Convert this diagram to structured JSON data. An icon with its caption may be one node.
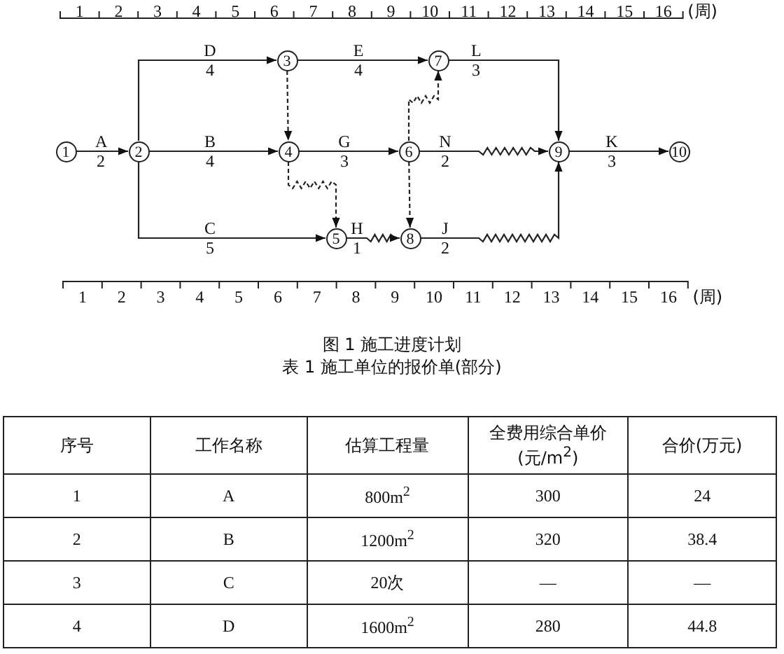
{
  "diagram": {
    "nodes": [
      {
        "text": [
          "1"
        ]
      },
      {
        "text": [
          "2"
        ]
      },
      {
        "text": [
          "3"
        ]
      },
      {
        "text": [
          "4"
        ]
      },
      {
        "text": [
          "5"
        ]
      },
      {
        "text": [
          "6"
        ]
      },
      {
        "text": [
          "7"
        ]
      },
      {
        "text": [
          "8"
        ]
      },
      {
        "text": [
          "9"
        ]
      },
      {
        "text": [
          "10"
        ]
      }
    ],
    "edges": [
      {
        "from": 0,
        "to": 1,
        "arrow": "to",
        "label": "A 2"
      },
      {
        "from": 1,
        "to": 2,
        "arrow": "to",
        "label": "D 4"
      },
      {
        "from": 1,
        "to": 3,
        "arrow": "to",
        "label": "B 4"
      },
      {
        "from": 1,
        "to": 4,
        "arrow": "to",
        "label": "C 5"
      },
      {
        "from": 2,
        "to": 3,
        "arrow": "to",
        "style": "dashed"
      },
      {
        "from": 2,
        "to": 6,
        "arrow": "to",
        "label": "E 4"
      },
      {
        "from": 3,
        "to": 5,
        "arrow": "to",
        "label": "G 3"
      },
      {
        "from": 3,
        "to": 4,
        "arrow": "to",
        "style": "dashed"
      },
      {
        "from": 4,
        "to": 7,
        "arrow": "to",
        "label": "H 1"
      },
      {
        "from": 5,
        "to": 6,
        "arrow": "to",
        "style": "dashed"
      },
      {
        "from": 5,
        "to": 7,
        "arrow": "to",
        "style": "dashed"
      },
      {
        "from": 6,
        "to": 8,
        "arrow": "to",
        "label": "L 3"
      },
      {
        "from": 5,
        "to": 8,
        "arrow": "to",
        "label": "N 2"
      },
      {
        "from": 7,
        "to": 8,
        "arrow": "to",
        "label": "J 2"
      },
      {
        "from": 8,
        "to": 9,
        "arrow": "to",
        "label": "K 3"
      }
    ],
    "labels": [
      "1",
      "2",
      "3",
      "4",
      "5",
      "6",
      "7",
      "8",
      "9",
      "10",
      "11",
      "12",
      "13",
      "14",
      "15",
      "16",
      "(周)",
      "1",
      "2",
      "3",
      "4",
      "5",
      "6",
      "7",
      "8",
      "9",
      "10",
      "11",
      "12",
      "13",
      "14",
      "15",
      "16",
      "(周)",
      "图 1 施工进度计划",
      "表 1 施工单位的报价单(部分)",
      "序号",
      "工作名称",
      "估算工程量",
      "全费用综合单价(元/m$^{2}$)",
      "合价(万元)",
      "1",
      "A",
      "800m$^{2}$",
      "300",
      "24",
      "2",
      "B",
      "1200m$^{2}$",
      "320",
      "38.4",
      "3",
      "C",
      "20次",
      "—",
      "—",
      "4",
      "D",
      "1600m$^{2}$",
      "280",
      "44.8"
    ]
  }
}
